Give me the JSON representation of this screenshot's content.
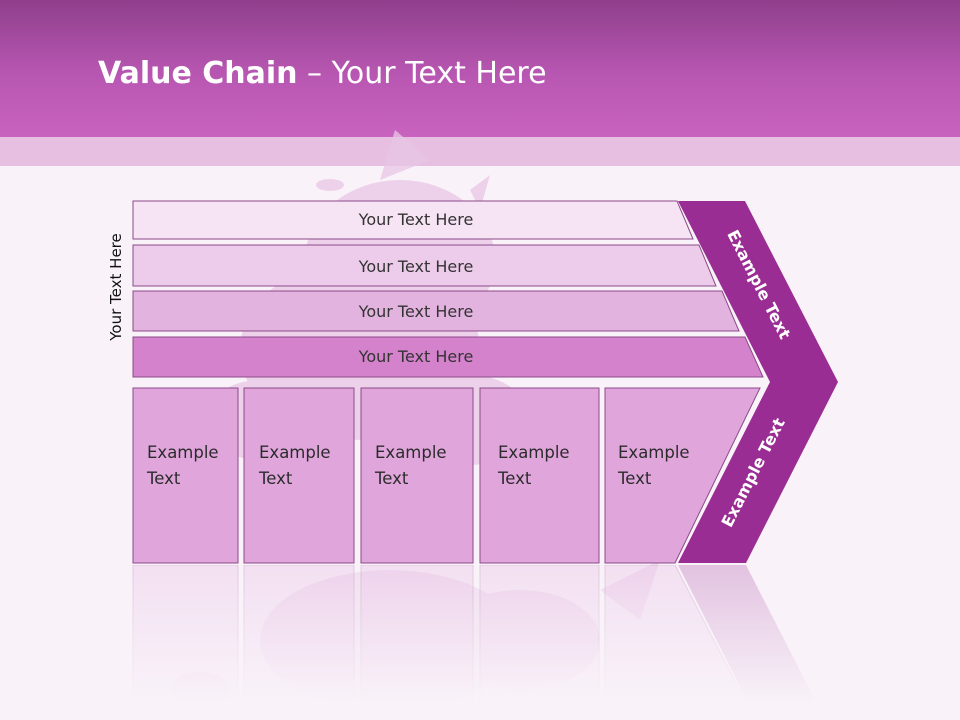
{
  "title": {
    "bold": "Value Chain",
    "separator": " – ",
    "rest": "Your Text Here"
  },
  "side_label": "Your Text Here",
  "bars": [
    {
      "label": "Your Text Here",
      "color": "#f6e3f4"
    },
    {
      "label": "Your Text Here",
      "color": "#edcbea"
    },
    {
      "label": "Your Text Here",
      "color": "#e3b3df"
    },
    {
      "label": "Your Text Here",
      "color": "#d582cd"
    }
  ],
  "boxes": [
    {
      "line1": "Example",
      "line2": "Text"
    },
    {
      "line1": "Example",
      "line2": "Text"
    },
    {
      "line1": "Example",
      "line2": "Text"
    },
    {
      "line1": "Example",
      "line2": "Text"
    },
    {
      "line1": "Example",
      "line2": "Text"
    }
  ],
  "arrow": {
    "top_label": "Example Text",
    "bottom_label": "Example Text",
    "color": "#9a2d94"
  },
  "colors": {
    "header": "#b857b2",
    "box_fill": "#e0a6dc",
    "outline": "#8c4a88"
  }
}
